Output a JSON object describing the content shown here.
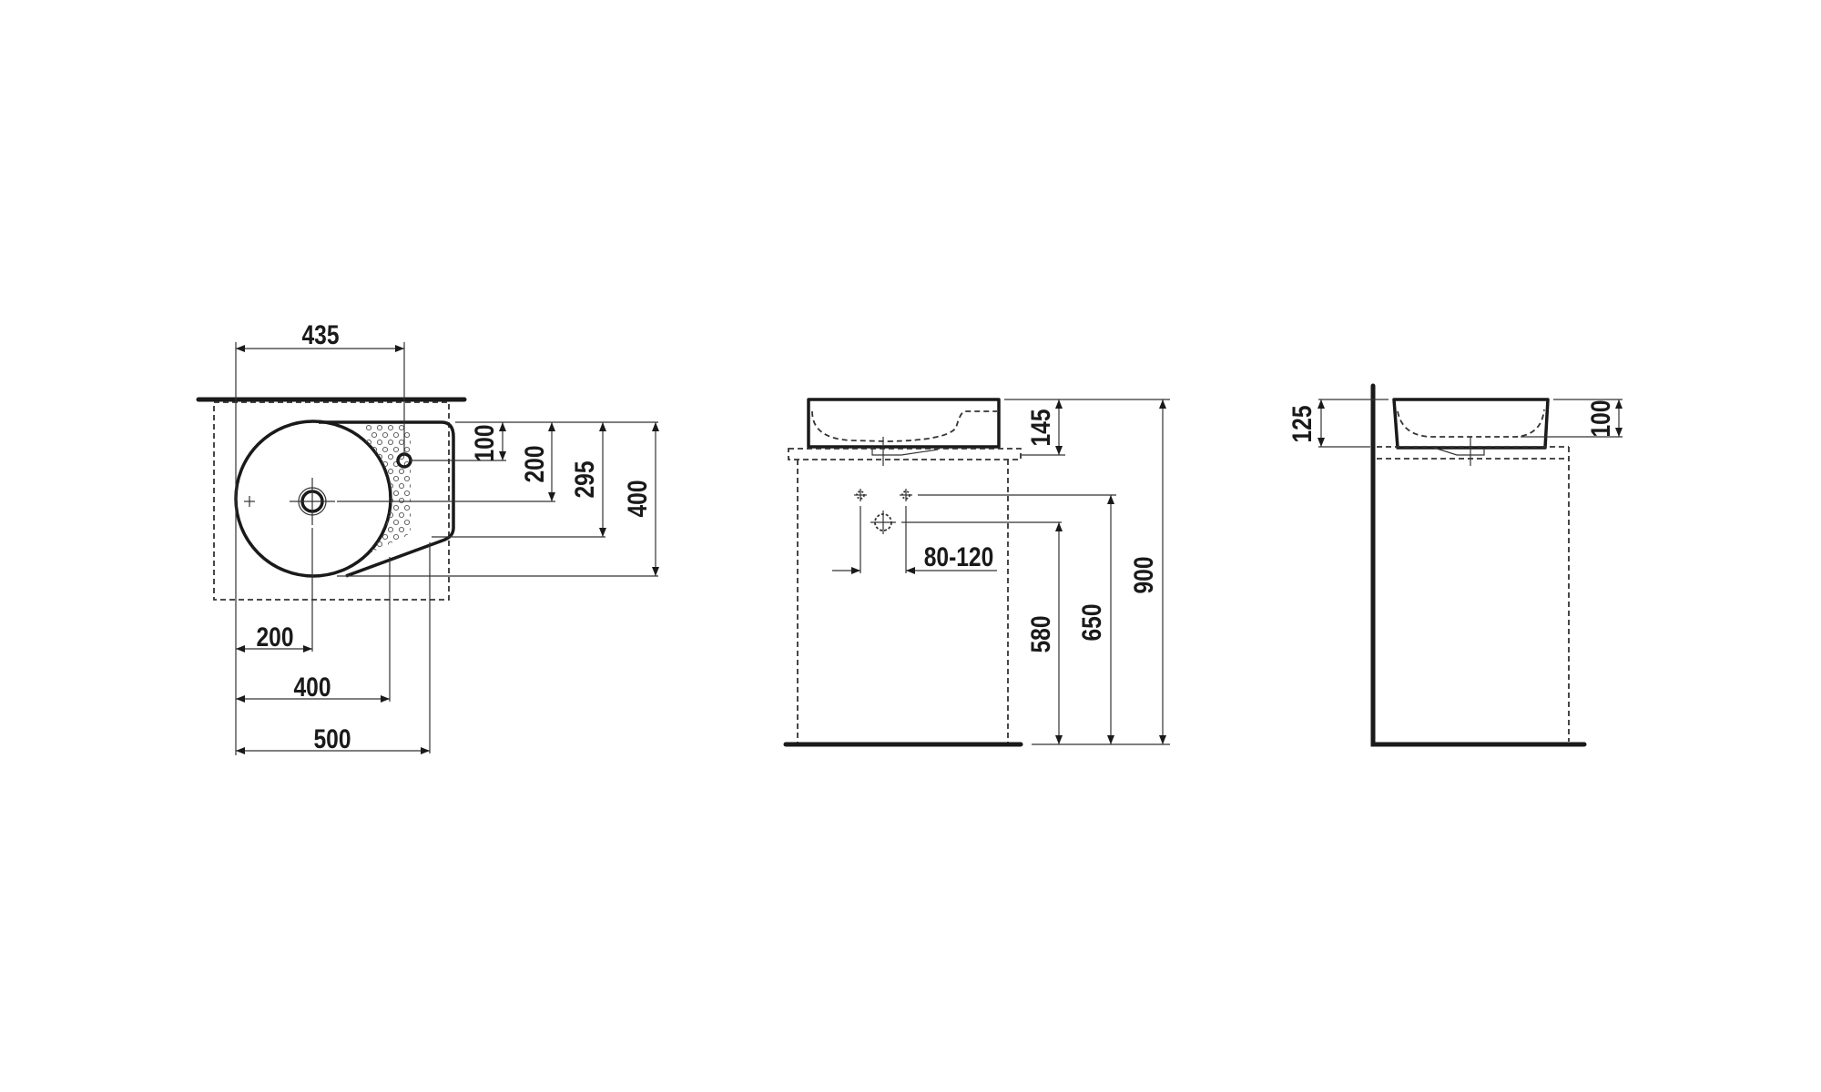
{
  "plan_view": {
    "dims": {
      "width_tap": "435",
      "depth_tap": "100",
      "depth_drain": "200",
      "depth_panel": "295",
      "depth_total": "400",
      "drain_from_wall": "200",
      "bowl_width": "400",
      "total_width": "500"
    }
  },
  "front_view": {
    "dims": {
      "height_basin": "145",
      "tap_spacing": "80-120",
      "height_waste": "580",
      "height_supply": "650",
      "height_total": "900"
    }
  },
  "side_view": {
    "dims": {
      "height_basin": "125",
      "height_bowl": "100"
    }
  },
  "colors": {
    "line": "#1a1a1a",
    "background": "#ffffff"
  }
}
